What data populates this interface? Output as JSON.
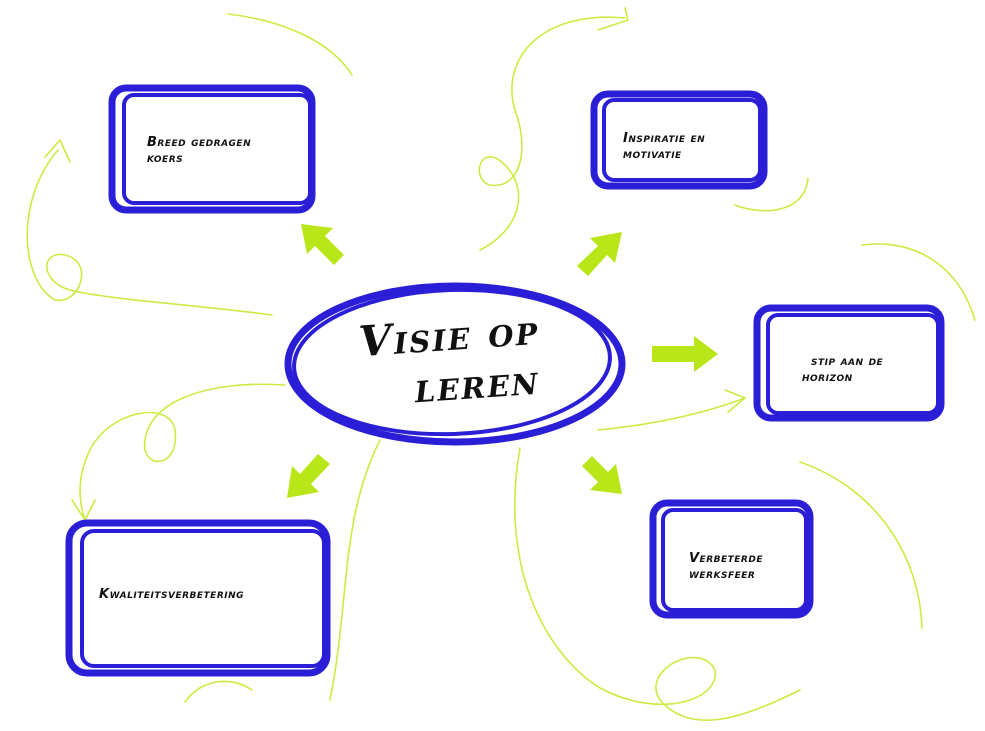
{
  "colors": {
    "box_stroke": "#2a1fd6",
    "arrow_fill": "#b8e619",
    "doodle_stroke": "#c9ec43",
    "text": "#111111",
    "background": "#ffffff"
  },
  "center": {
    "line1": "Visie op",
    "line2": "leren"
  },
  "nodes": [
    {
      "id": "koers",
      "label_lines": [
        "Breed gedragen",
        "koers"
      ]
    },
    {
      "id": "inspiratie",
      "label_lines": [
        "Inspiratie en",
        "motivatie"
      ]
    },
    {
      "id": "stip",
      "label_lines": [
        "stip aan de",
        "horizon"
      ]
    },
    {
      "id": "werksfeer",
      "label_lines": [
        "Verbeterde",
        "werksfeer"
      ]
    },
    {
      "id": "kwaliteit",
      "label_lines": [
        "Kwaliteitsverbetering"
      ]
    }
  ]
}
